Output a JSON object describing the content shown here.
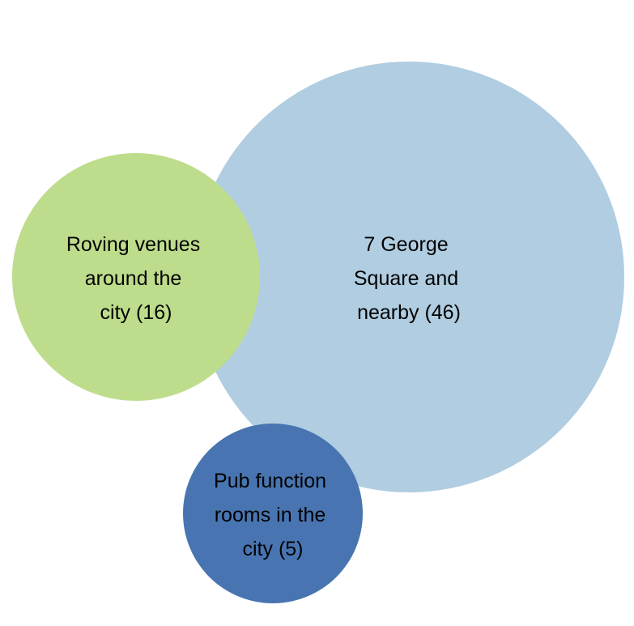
{
  "chart_data": {
    "type": "bubble",
    "bubbles": [
      {
        "name": "7 George Square and nearby",
        "value": 46,
        "color": "#b0cde1",
        "label_lines": [
          "7 George",
          "Square and",
          "nearby (46)"
        ]
      },
      {
        "name": "Roving venues around the city",
        "value": 16,
        "color": "#bedd8c",
        "label_lines": [
          "Roving venues",
          "around the",
          "city (16)"
        ]
      },
      {
        "name": "Pub function rooms in the city",
        "value": 5,
        "color": "#4875b1",
        "label_lines": [
          "Pub function",
          "rooms in the",
          "city (5)"
        ]
      }
    ]
  }
}
